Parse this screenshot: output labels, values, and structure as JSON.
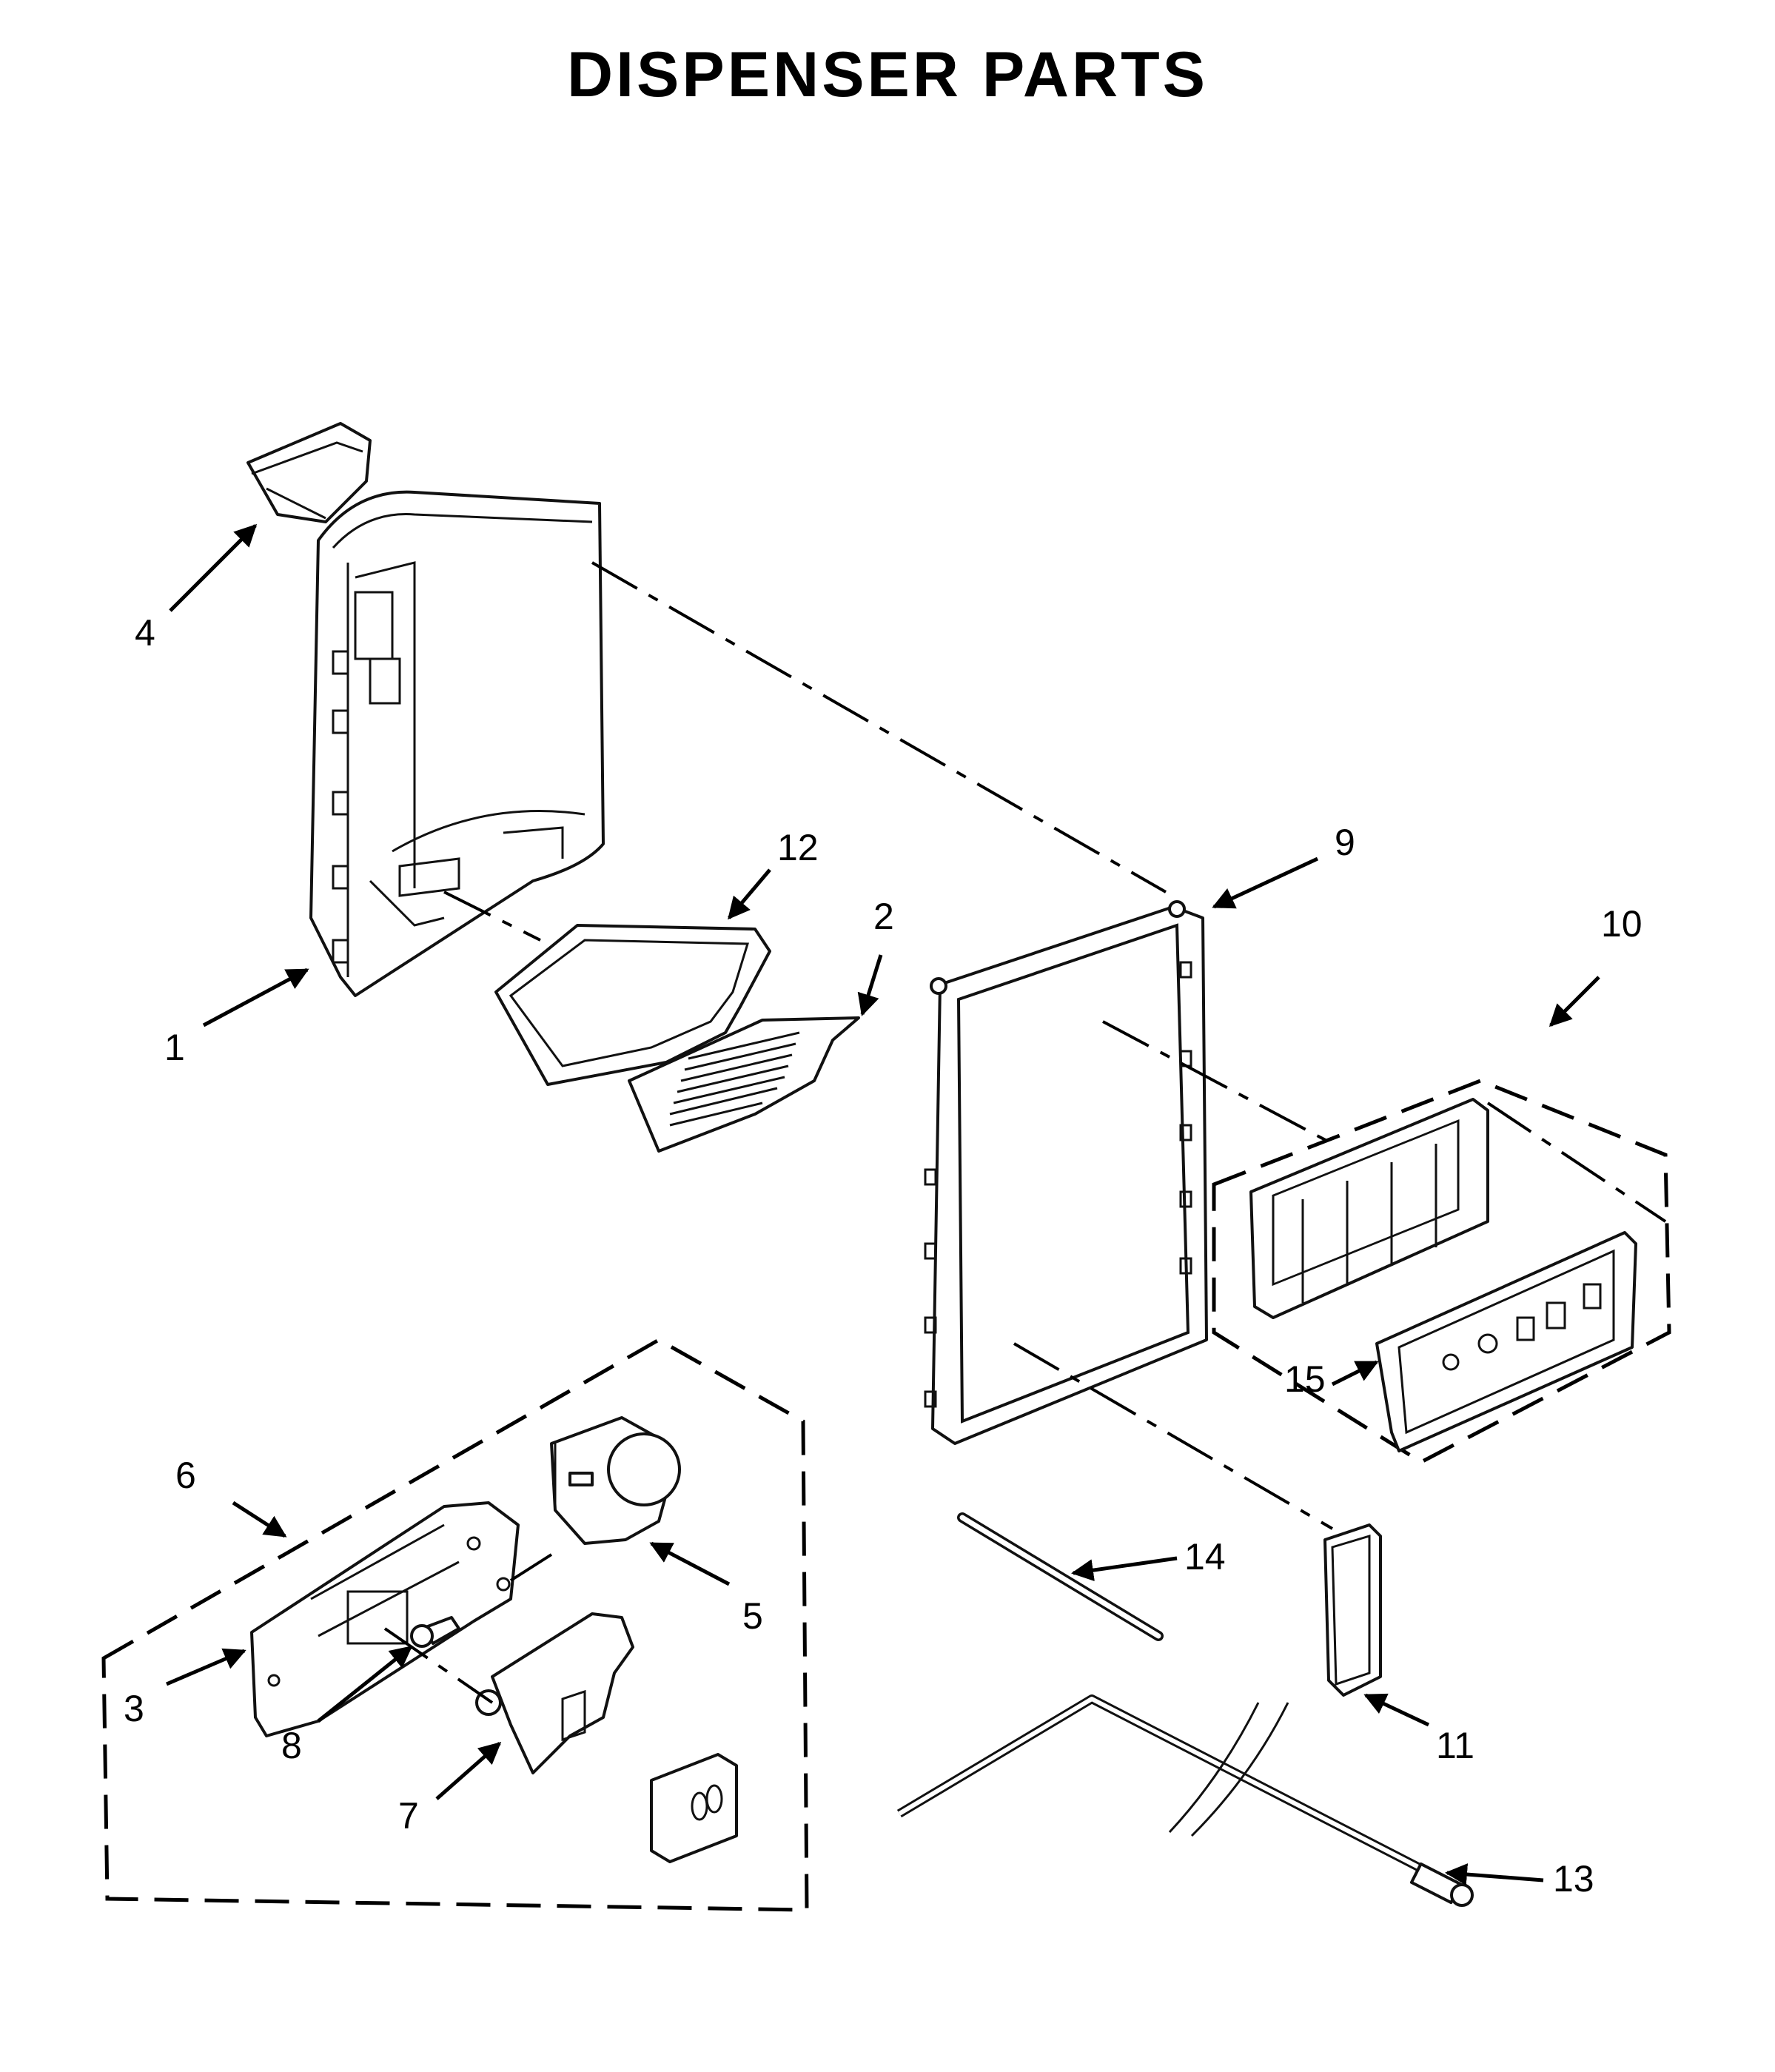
{
  "title": "DISPENSER PARTS",
  "callouts": [
    {
      "id": "1",
      "label": "1"
    },
    {
      "id": "2",
      "label": "2"
    },
    {
      "id": "3",
      "label": "3"
    },
    {
      "id": "4",
      "label": "4"
    },
    {
      "id": "5",
      "label": "5"
    },
    {
      "id": "6",
      "label": "6"
    },
    {
      "id": "7",
      "label": "7"
    },
    {
      "id": "8",
      "label": "8"
    },
    {
      "id": "9",
      "label": "9"
    },
    {
      "id": "10",
      "label": "10"
    },
    {
      "id": "11",
      "label": "11"
    },
    {
      "id": "12",
      "label": "12"
    },
    {
      "id": "13",
      "label": "13"
    },
    {
      "id": "14",
      "label": "14"
    },
    {
      "id": "15",
      "label": "15"
    }
  ]
}
